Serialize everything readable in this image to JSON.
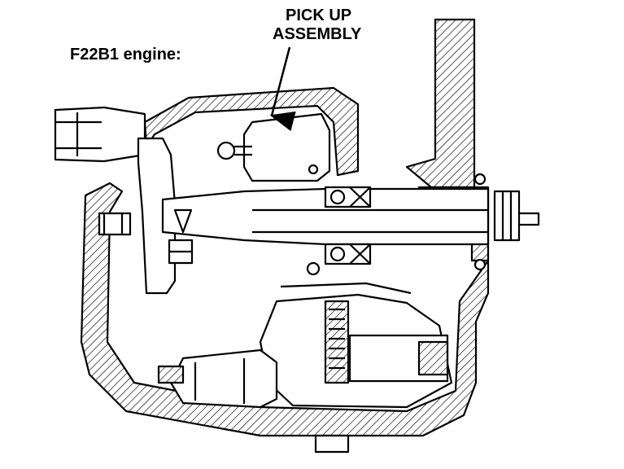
{
  "labels": {
    "engine": "F22B1 engine:",
    "callout_line1": "PICK UP",
    "callout_line2": "ASSEMBLY"
  },
  "colors": {
    "ink": "#000000",
    "paper": "#ffffff"
  }
}
